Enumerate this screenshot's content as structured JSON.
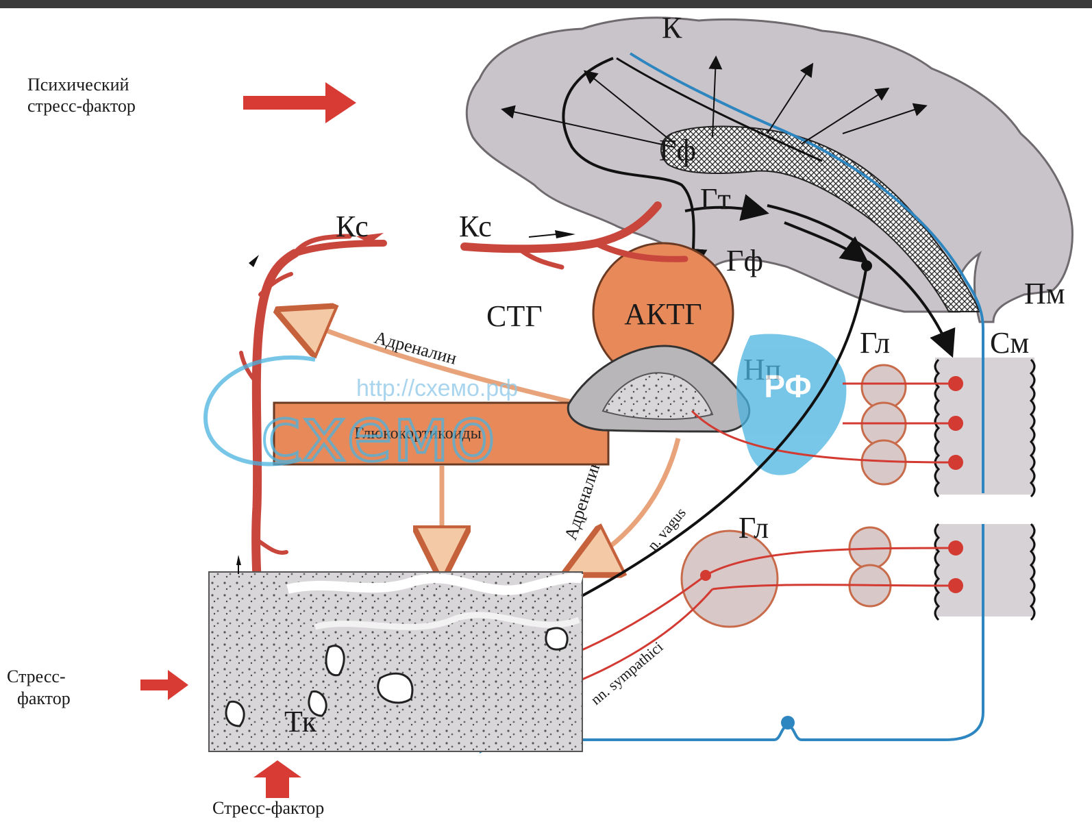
{
  "labels": {
    "cortex": "К",
    "reticular_formation": "Гф",
    "hypothalamus": "Гт",
    "pituitary": "Гф",
    "medulla": "Пм",
    "spinal_cord": "См",
    "ganglion_upper": "Гл",
    "ganglion_lower": "Гл",
    "adrenal": "Нп",
    "tissue": "Тк",
    "capillary_left": "Кс",
    "capillary_right": "Кс",
    "stg": "СТГ",
    "actg": "АКТГ",
    "glucocorticoids": "Глюкокортикоиды",
    "adrenaline_upper": "Адреналин",
    "adrenaline_lower": "Адреналин",
    "vagus": "n. vagus",
    "sympathetic": "nn. sympathici"
  },
  "stressors": {
    "psychic": [
      "Психический",
      "стресс-фактор"
    ],
    "left": [
      "Стресс-",
      "фактор"
    ],
    "bottom": "Стресс-фактор"
  },
  "watermark": {
    "url": "http://схемо.рф",
    "brand": "схемо",
    "tld": "РФ"
  },
  "colors": {
    "brain": "#c9c4c9",
    "vessel": "#c8463c",
    "nerve_red": "#d23a32",
    "hormone_orange": "#e8895a",
    "spinal_blue": "#2e86c1",
    "arrow_red": "#d83a34"
  }
}
